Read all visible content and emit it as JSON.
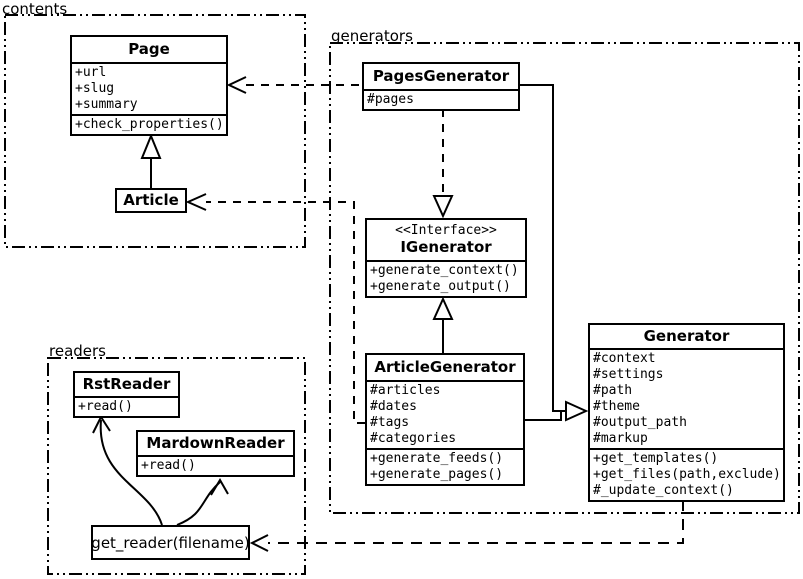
{
  "packages": {
    "contents": {
      "label": "contents"
    },
    "generators": {
      "label": "generators"
    },
    "readers": {
      "label": "readers"
    }
  },
  "classes": {
    "page": {
      "title": "Page",
      "attributes": [
        "+url",
        "+slug",
        "+summary"
      ],
      "methods": [
        "+check_properties()"
      ]
    },
    "article": {
      "title": "Article"
    },
    "pages_generator": {
      "title": "PagesGenerator",
      "attributes": [
        "#pages"
      ]
    },
    "igenerator": {
      "stereotype": "<<Interface>>",
      "title": "IGenerator",
      "methods": [
        "+generate_context()",
        "+generate_output()"
      ]
    },
    "article_generator": {
      "title": "ArticleGenerator",
      "attributes": [
        "#articles",
        "#dates",
        "#tags",
        "#categories"
      ],
      "methods": [
        "+generate_feeds()",
        "+generate_pages()"
      ]
    },
    "generator": {
      "title": "Generator",
      "attributes": [
        "#context",
        "#settings",
        "#path",
        "#theme",
        "#output_path",
        "#markup"
      ],
      "methods": [
        "+get_templates()",
        "+get_files(path,exclude)",
        "#_update_context()"
      ]
    },
    "rst_reader": {
      "title": "RstReader",
      "methods": [
        "+read()"
      ]
    },
    "mardown_reader": {
      "title": "MardownReader",
      "methods": [
        "+read()"
      ]
    },
    "get_reader": {
      "title": "get_reader(filename)"
    }
  },
  "relationships": [
    {
      "from": "Article",
      "to": "Page",
      "type": "inheritance"
    },
    {
      "from": "PagesGenerator",
      "to": "Page",
      "type": "dependency"
    },
    {
      "from": "ArticleGenerator",
      "to": "Article",
      "type": "dependency"
    },
    {
      "from": "PagesGenerator",
      "to": "IGenerator",
      "type": "realization"
    },
    {
      "from": "ArticleGenerator",
      "to": "IGenerator",
      "type": "inheritance"
    },
    {
      "from": "PagesGenerator",
      "to": "Generator",
      "type": "inheritance"
    },
    {
      "from": "ArticleGenerator",
      "to": "Generator",
      "type": "inheritance"
    },
    {
      "from": "Generator",
      "to": "get_reader(filename)",
      "type": "dependency"
    },
    {
      "from": "get_reader(filename)",
      "to": "RstReader",
      "type": "call"
    },
    {
      "from": "get_reader(filename)",
      "to": "MardownReader",
      "type": "call"
    }
  ],
  "colors": {
    "line": "#000000",
    "background": "#ffffff",
    "box_fill": "#ffffff"
  }
}
